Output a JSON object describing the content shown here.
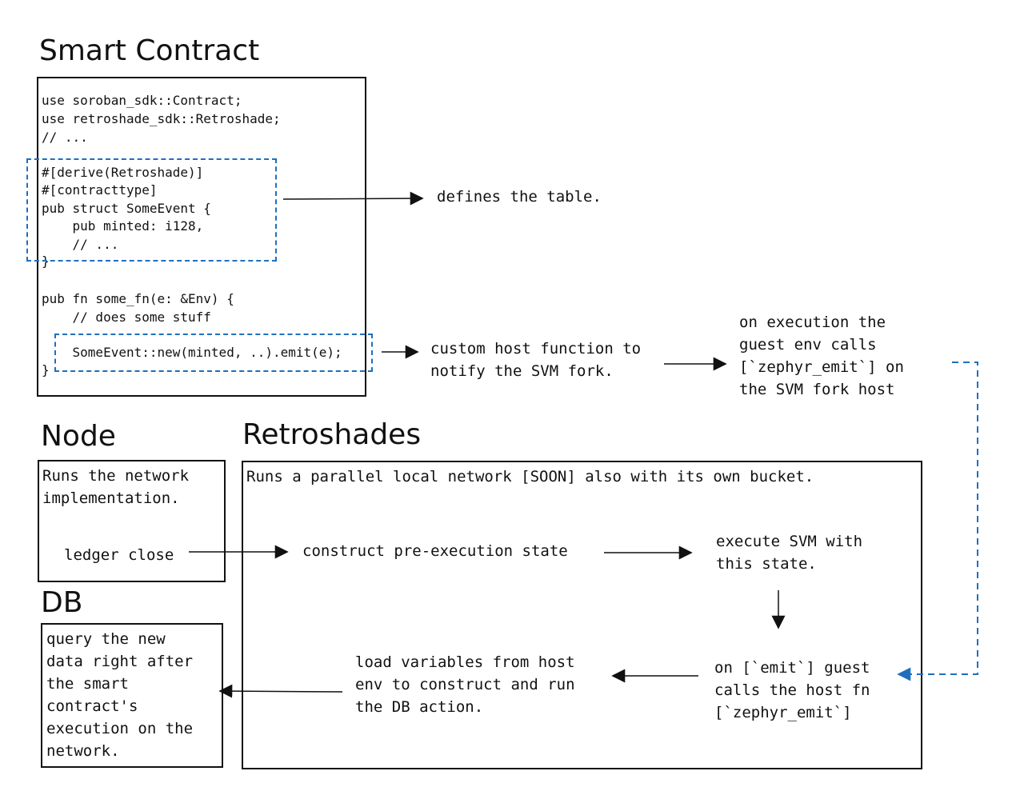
{
  "smart_contract": {
    "title": "Smart Contract",
    "code": {
      "line1": "use soroban_sdk::Contract;",
      "line2": "use retroshade_sdk::Retroshade;",
      "line3": "// ...",
      "line4": "#[derive(Retroshade)]",
      "line5": "#[contracttype]",
      "line6": "pub struct SomeEvent {",
      "line7": "    pub minted: i128,",
      "line8": "    // ...",
      "line9": "}",
      "line10": "pub fn some_fn(e: &Env) {",
      "line11": "    // does some stuff",
      "line12": "    SomeEvent::new(minted, ..).emit(e);",
      "line13": "}"
    },
    "notes": {
      "defines_table": "defines the table.",
      "custom_host_fn": "custom host function to\nnotify the SVM fork.",
      "on_execution": "on execution the\nguest env calls\n[`zephyr_emit`] on\nthe SVM fork host"
    }
  },
  "node": {
    "title": "Node",
    "description": "Runs the network\nimplementation.",
    "ledger_close": "ledger close"
  },
  "db": {
    "title": "DB",
    "description": "query the new\ndata right after\nthe smart\ncontract's\nexecution on the\nnetwork."
  },
  "retroshades": {
    "title": "Retroshades",
    "description": "Runs a parallel local network [SOON] also with its own bucket.",
    "construct_state": "construct pre-execution state",
    "execute_svm": "execute SVM with\nthis state.",
    "on_emit": "on [`emit`] guest\ncalls the host fn\n[`zephyr_emit`]",
    "load_variables": "load variables from host\nenv to construct and run\nthe DB action."
  },
  "colors": {
    "ink": "#111111",
    "accent_dashed": "#1f6fbf"
  }
}
